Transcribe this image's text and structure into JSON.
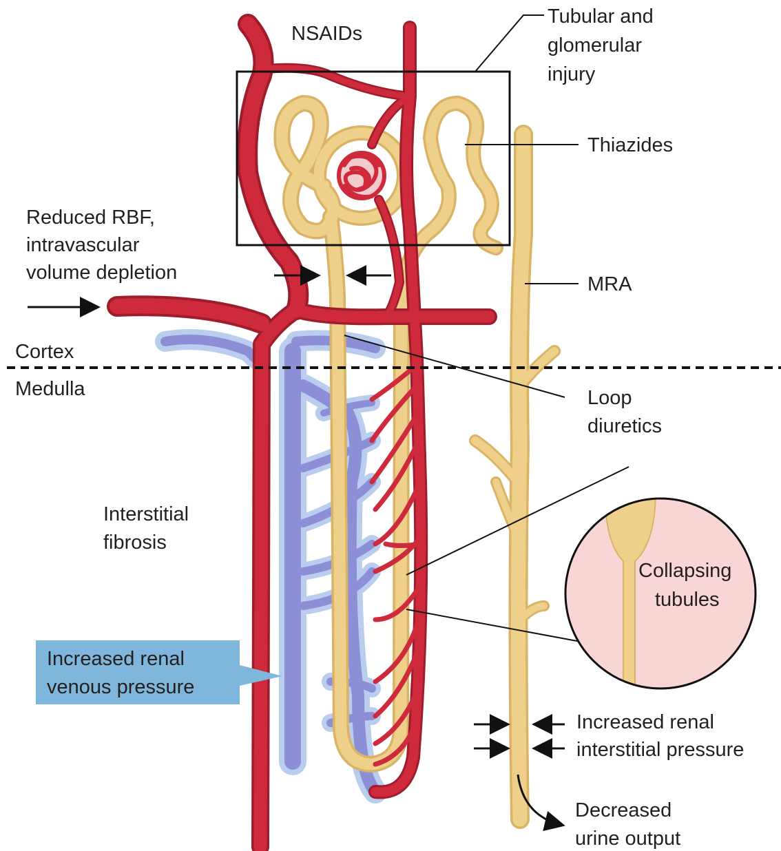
{
  "labels": {
    "nsaids": "NSAIDs",
    "tubular_injury": [
      "Tubular and",
      "glomerular",
      "injury"
    ],
    "thiazides": "Thiazides",
    "reduced_rbf": [
      "Reduced RBF,",
      "intravascular",
      "volume depletion"
    ],
    "mra": "MRA",
    "cortex": "Cortex",
    "medulla": "Medulla",
    "loop_diuretics": [
      "Loop",
      "diuretics"
    ],
    "interstitial_fibrosis": [
      "Interstitial",
      "fibrosis"
    ],
    "collapsing_tubules": [
      "Collapsing",
      "tubules"
    ],
    "increased_venous_pressure": [
      "Increased renal",
      "venous pressure"
    ],
    "increased_interstitial_pressure": [
      "Increased renal",
      "interstitial pressure"
    ],
    "decreased_urine_output": [
      "Decreased",
      "urine output"
    ]
  },
  "colors": {
    "artery": "#cf2a3c",
    "artery_dark": "#9e1d2c",
    "vein": "#8c8fd6",
    "vein_halo": "#b9cdee",
    "tubule": "#efd08a",
    "tubule_edge": "#d9b466",
    "inset_fill": "#f9d6d6",
    "callout_box": "#7fb6dc"
  }
}
